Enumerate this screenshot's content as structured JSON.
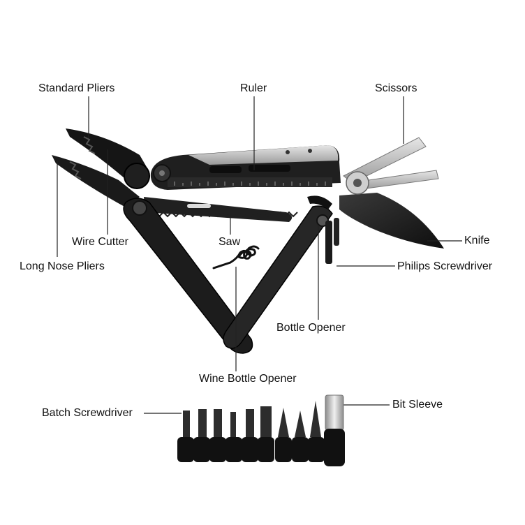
{
  "labels": {
    "standard_pliers": "Standard Pliers",
    "ruler": "Ruler",
    "scissors": "Scissors",
    "wire_cutter": "Wire Cutter",
    "saw": "Saw",
    "knife": "Knife",
    "long_nose_pliers": "Long Nose Pliers",
    "philips_screwdriver": "Philips Screwdriver",
    "bottle_opener": "Bottle Opener",
    "wine_bottle_opener": "Wine Bottle Opener",
    "batch_screwdriver": "Batch Screwdriver",
    "bit_sleeve": "Bit Sleeve"
  },
  "colors": {
    "tool_black": "#1c1c1c",
    "tool_dark": "#2b2b2b",
    "steel": "#b9b9b9",
    "steel_light": "#dcdcdc",
    "leader": "#222222"
  }
}
